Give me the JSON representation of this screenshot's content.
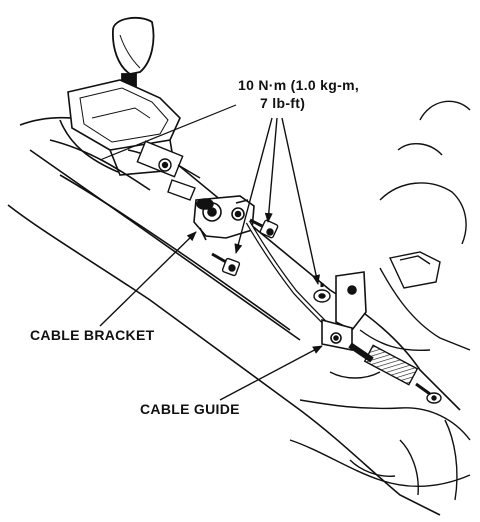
{
  "labels": {
    "torque_line1": "10 N·m (1.0 kg-m,",
    "torque_line2": "7 lb-ft)",
    "cable_bracket": "CABLE BRACKET",
    "cable_guide": "CABLE GUIDE"
  },
  "colors": {
    "ink": "#111111",
    "paper": "#ffffff"
  }
}
